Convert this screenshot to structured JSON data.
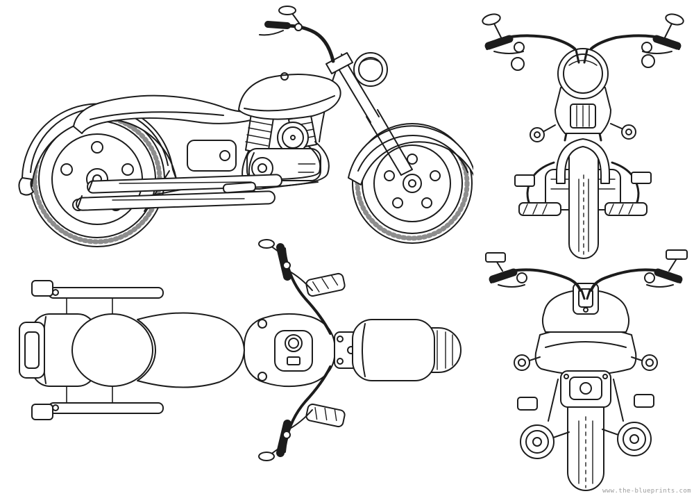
{
  "watermark": {
    "text": "www.the-blueprints.com"
  },
  "colors": {
    "background": "#ffffff",
    "line": "#1c1c1c",
    "watermark": "#9b9b9b"
  },
  "drawings": [
    {
      "name": "side-view"
    },
    {
      "name": "front-view"
    },
    {
      "name": "top-view"
    },
    {
      "name": "rear-view"
    }
  ],
  "subject": "cruiser-motorcycle-blueprint"
}
